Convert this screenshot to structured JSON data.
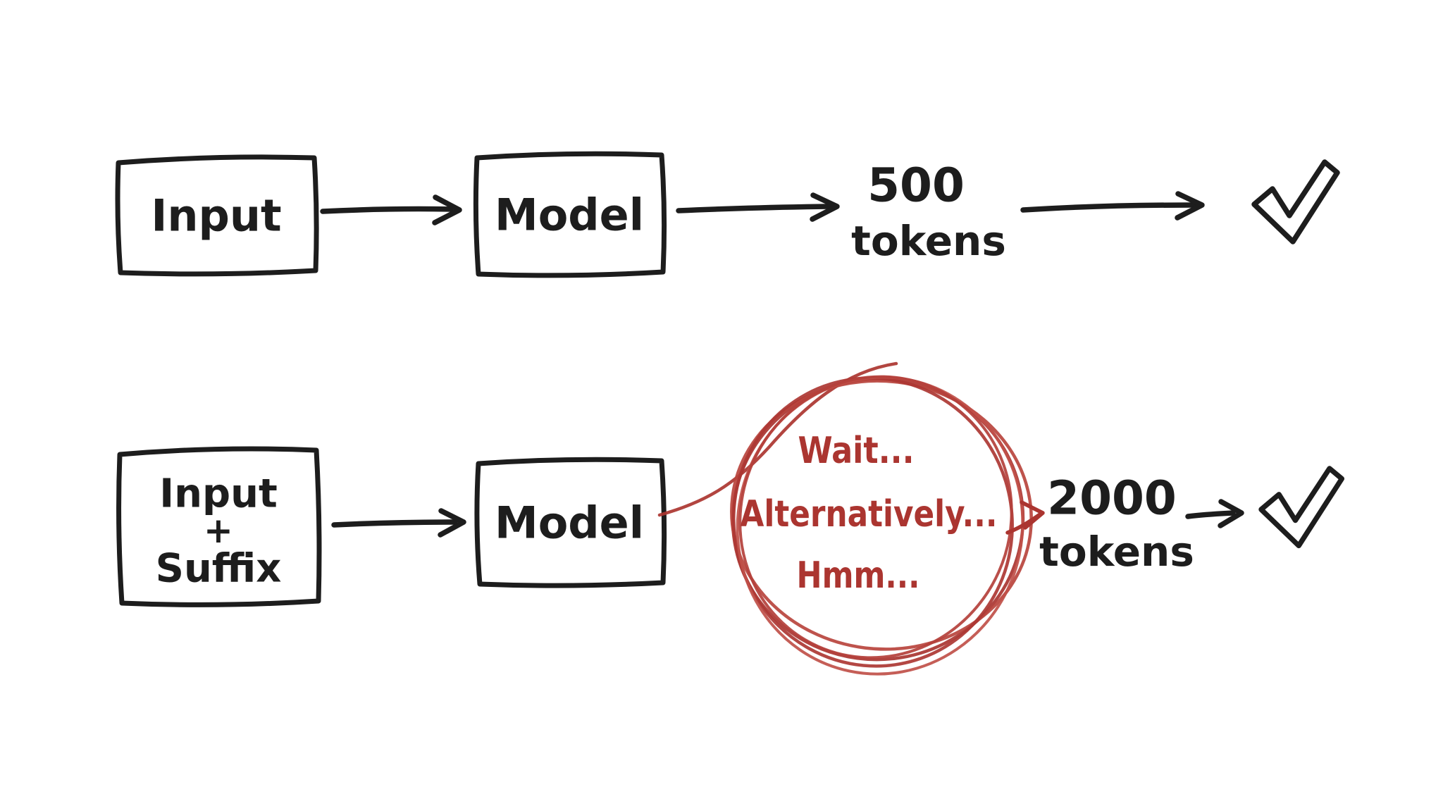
{
  "colors": {
    "background": "#ffffff",
    "ink": "#1d1d1d",
    "accent_red": "#ab3530"
  },
  "flows": [
    {
      "input_label": "Input",
      "model_label": "Model",
      "output_lines": [
        "500",
        "tokens"
      ],
      "result_icon": "checkmark"
    },
    {
      "input_lines": [
        "Input",
        "+",
        "Suffix"
      ],
      "model_label": "Model",
      "reasoning_lines": [
        "Wait...",
        "Alternatively...",
        "Hmm..."
      ],
      "output_lines": [
        "2000",
        "tokens"
      ],
      "result_icon": "checkmark"
    }
  ]
}
